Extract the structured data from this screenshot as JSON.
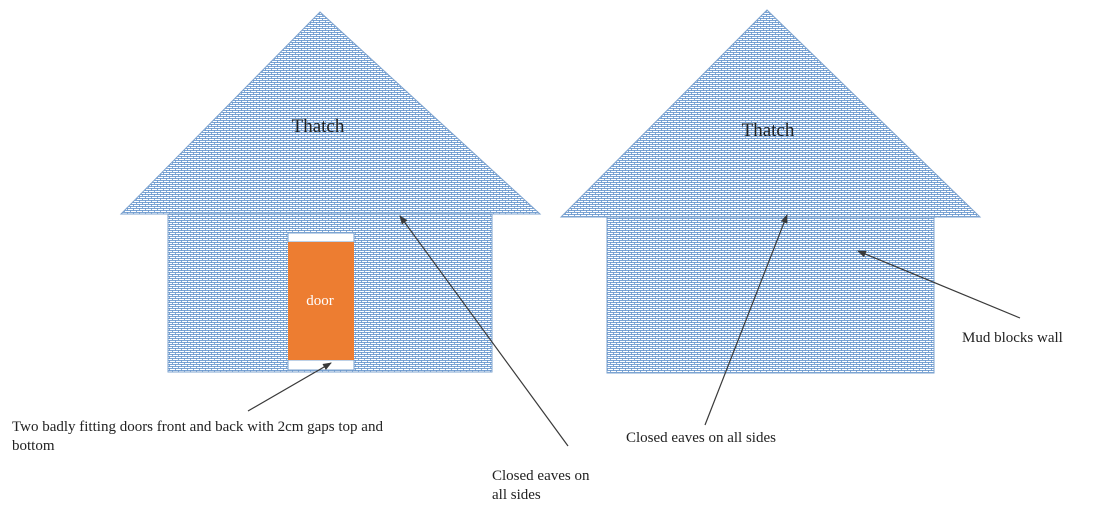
{
  "colors": {
    "pattern_fill": "#4f86c6",
    "pattern_bg": "#ffffff",
    "outline": "#7ea3cf",
    "door": "#ed7d31",
    "door_text": "#ffffff",
    "arrow": "#3a3a3a",
    "text": "#222222"
  },
  "left_house": {
    "roof_label": "Thatch",
    "door_label": "door"
  },
  "right_house": {
    "roof_label": "Thatch"
  },
  "annotations": {
    "doors_note": {
      "line1": "Two badly fitting doors front and back with 2cm gaps top and",
      "line2": "bottom"
    },
    "eaves_left": {
      "line1": "Closed eaves on",
      "line2": "all sides"
    },
    "eaves_right": "Closed eaves on all sides",
    "wall": "Mud blocks wall"
  }
}
